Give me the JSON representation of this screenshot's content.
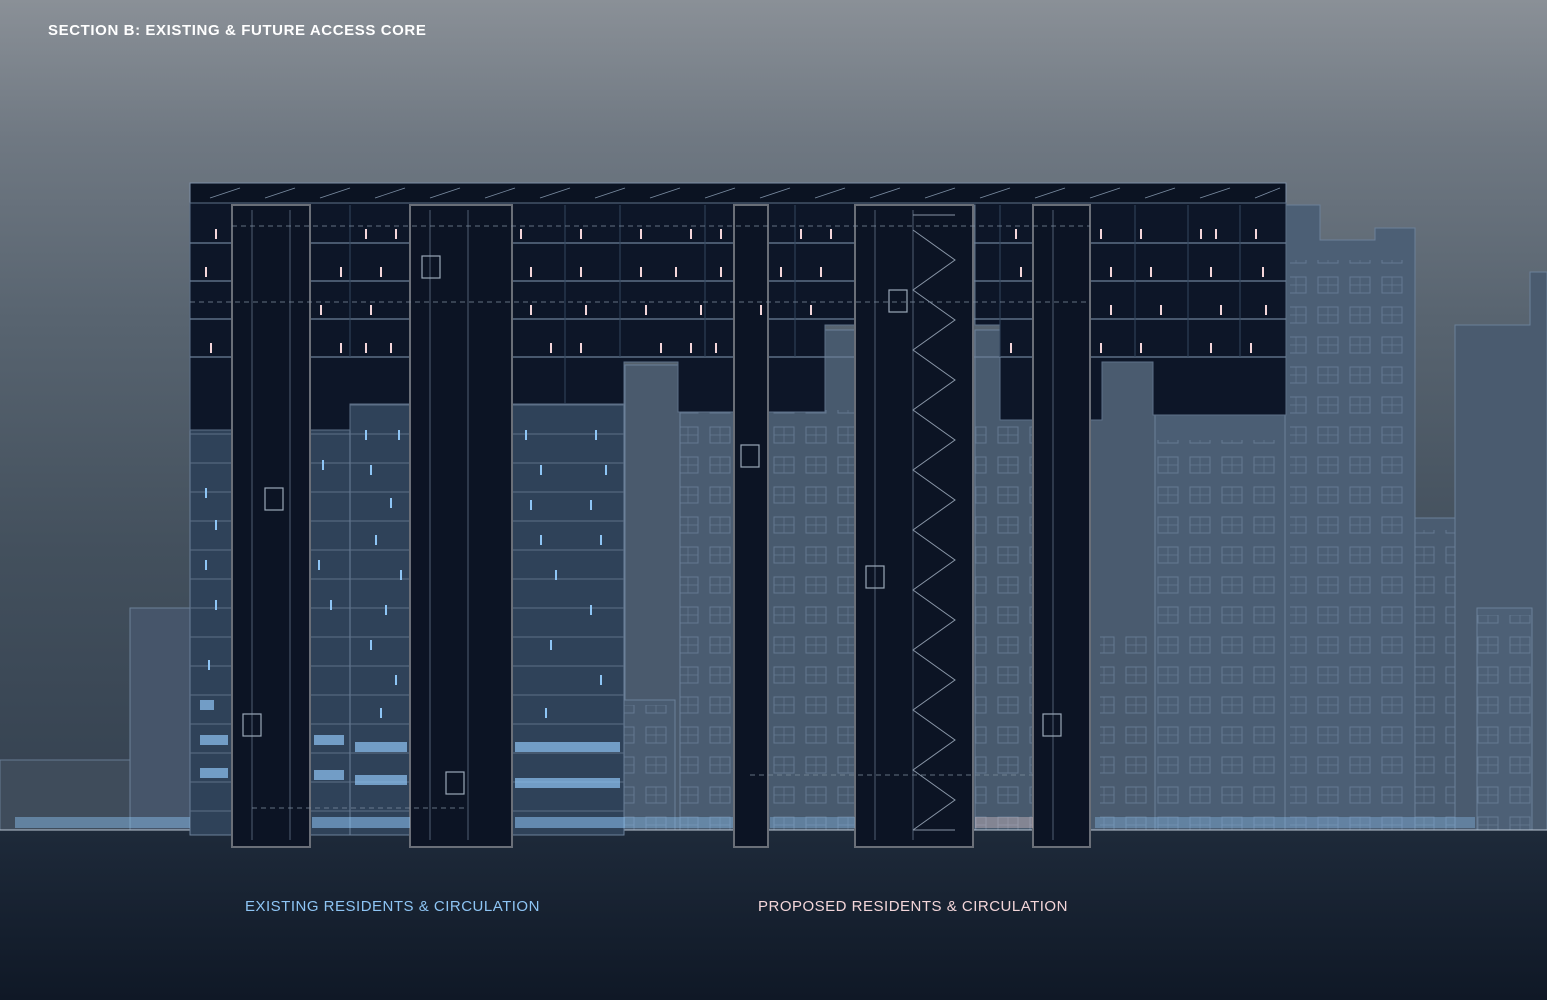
{
  "diagram": {
    "title": "SECTION B: EXISTING & FUTURE ACCESS CORE",
    "legend": {
      "existing": "EXISTING RESIDENTS & CIRCULATION",
      "proposed": "PROPOSED RESIDENTS & CIRCULATION"
    },
    "colors": {
      "existing_figures": "#8ec5f5",
      "proposed_figures": "#f4d6da",
      "structure": "#0d1628",
      "ground": "#1a2636",
      "background_buildings": "#4a5d72",
      "title_text": "#ffffff"
    },
    "components": {
      "existing_towers": 3,
      "proposed_cores": 3,
      "stair_tower": 1,
      "proposed_floors": 4
    }
  }
}
